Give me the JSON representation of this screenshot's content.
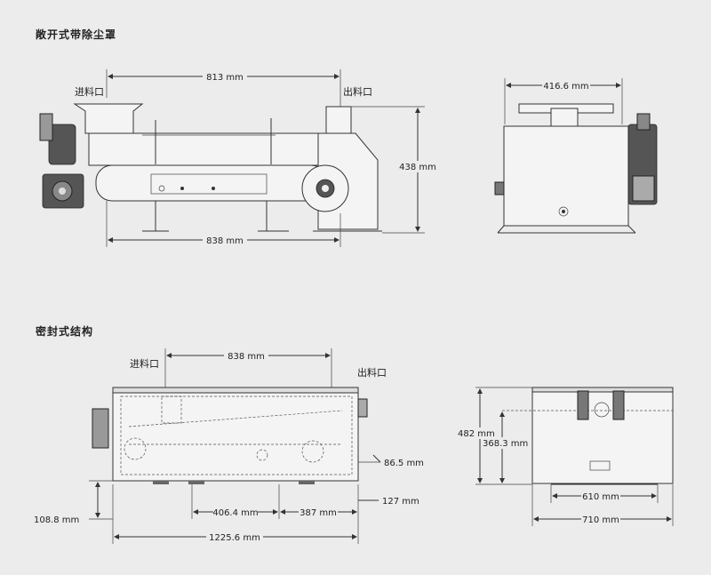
{
  "sections": {
    "open": {
      "title": "敞开式带除尘罩"
    },
    "sealed": {
      "title": "密封式结构"
    }
  },
  "labels": {
    "inlet": "进料口",
    "outlet": "出料口"
  },
  "dimensions": {
    "top_width": "813 mm",
    "bottom_width": "838 mm",
    "height_open": "438 mm",
    "side_width_open": "416.6 mm",
    "sealed_top": "838 mm",
    "sealed_right": "86.5 mm",
    "sealed_left_h": "108.8 mm",
    "sealed_mid": "406.4 mm",
    "sealed_387": "387 mm",
    "sealed_127": "127 mm",
    "sealed_total": "1225.6 mm",
    "side_h_total": "482 mm",
    "side_h_inner": "368.3 mm",
    "side_w_inner": "610 mm",
    "side_w_total": "710 mm"
  }
}
